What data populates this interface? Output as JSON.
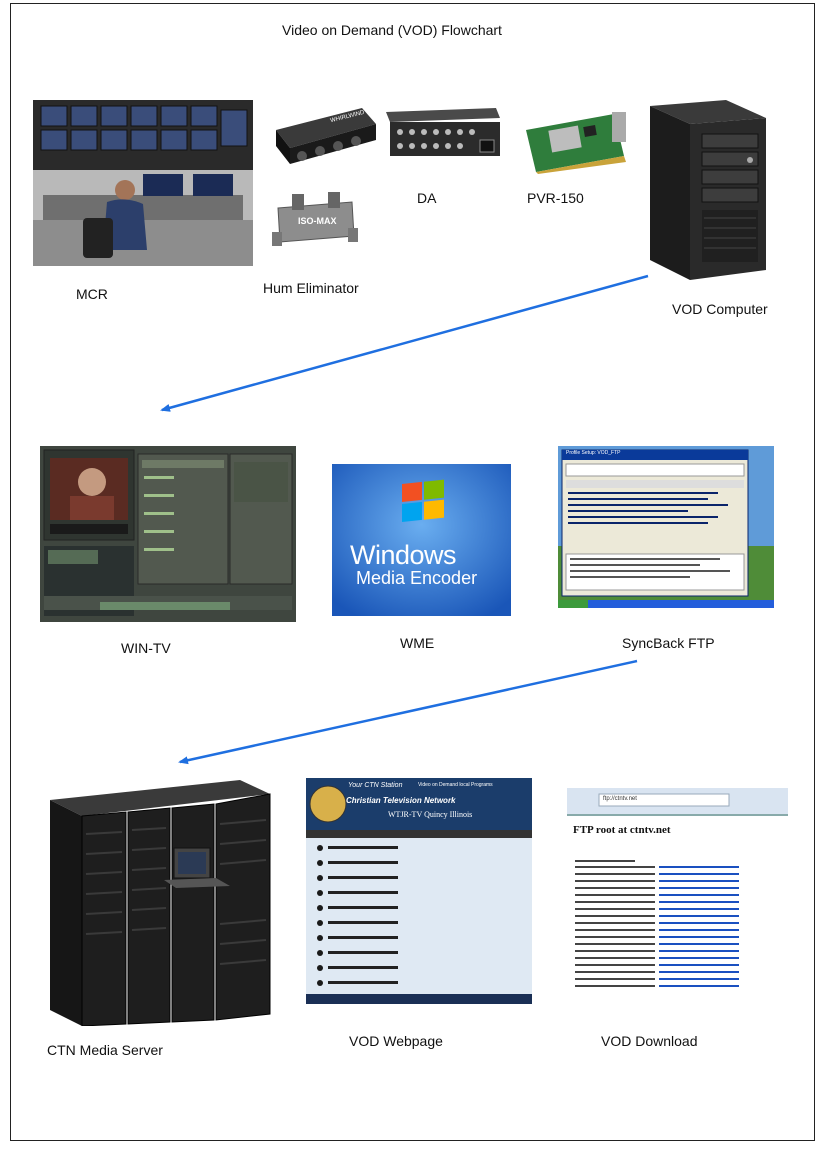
{
  "title": "Video on Demand (VOD) Flowchart",
  "nodes": {
    "mcr": "MCR",
    "hum_eliminator": "Hum Eliminator",
    "da": "DA",
    "pvr150": "PVR-150",
    "vod_computer": "VOD Computer",
    "wintv": "WIN-TV",
    "wme": "WME",
    "syncback": "SyncBack FTP",
    "media_server": "CTN Media Server",
    "vod_webpage": "VOD Webpage",
    "vod_download": "VOD Download"
  },
  "pictures": {
    "hum_brand": "Hum Eliminator",
    "hum_maker": "WHIRLWIND",
    "isomax": "ISO-MAX",
    "wme_line1": "Windows",
    "wme_line2": "Media Encoder",
    "syncback_title": "Profile Setup: VOD_FTP",
    "web_station": "Your CTN Station",
    "web_network": "Christian Television Network",
    "web_call": "WTJR-TV Quincy Illinois",
    "web_vod": "Video on Demand local Programs",
    "ftp_heading": "FTP root at ctntv.net",
    "ftp_url": "ftp://ctntv.net"
  },
  "colors": {
    "arrow": "#1f6fe0",
    "frame": "#222222"
  }
}
